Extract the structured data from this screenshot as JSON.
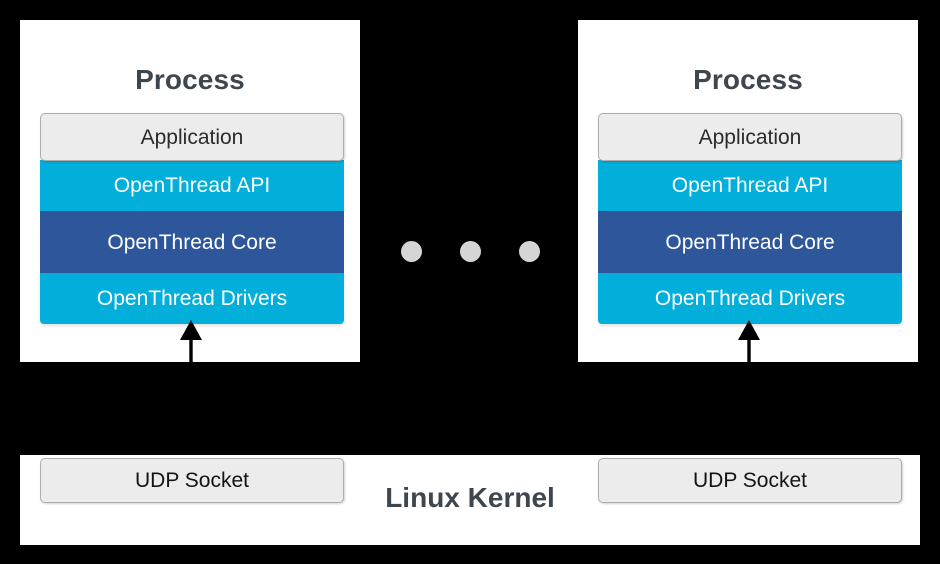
{
  "diagram": {
    "title": "OpenThread multiple process architecture over Linux Kernel UDP sockets",
    "background_color": "#000000",
    "colors": {
      "card_background": "#ffffff",
      "neutral_box": "#ececec",
      "neutral_box_border": "#adadad",
      "openthread_teal": "#02aeda",
      "openthread_blue": "#2d569b",
      "heading_text": "#3e464e",
      "dot_gray": "#d5d5d5",
      "arrow": "#000000"
    }
  },
  "processes": [
    {
      "id": "process-left",
      "title": "Process",
      "layers": [
        {
          "label": "Application",
          "style": "neutral"
        },
        {
          "label": "OpenThread API",
          "style": "teal"
        },
        {
          "label": "OpenThread Core",
          "style": "blue"
        },
        {
          "label": "OpenThread Drivers",
          "style": "teal"
        }
      ]
    },
    {
      "id": "process-right",
      "title": "Process",
      "layers": [
        {
          "label": "Application",
          "style": "neutral"
        },
        {
          "label": "OpenThread API",
          "style": "teal"
        },
        {
          "label": "OpenThread Core",
          "style": "blue"
        },
        {
          "label": "OpenThread Drivers",
          "style": "teal"
        }
      ]
    }
  ],
  "ellipsis": {
    "name": "more-processes-indicator",
    "dot_count": 3
  },
  "arrows": [
    {
      "id": "arrow-left",
      "direction": "up",
      "from": "UDP Socket",
      "to": "OpenThread Drivers"
    },
    {
      "id": "arrow-right",
      "direction": "up",
      "from": "UDP Socket",
      "to": "OpenThread Drivers"
    }
  ],
  "kernel": {
    "label": "Linux Kernel",
    "sockets": [
      {
        "id": "udp-socket-left",
        "label": "UDP Socket"
      },
      {
        "id": "udp-socket-right",
        "label": "UDP Socket"
      }
    ]
  }
}
